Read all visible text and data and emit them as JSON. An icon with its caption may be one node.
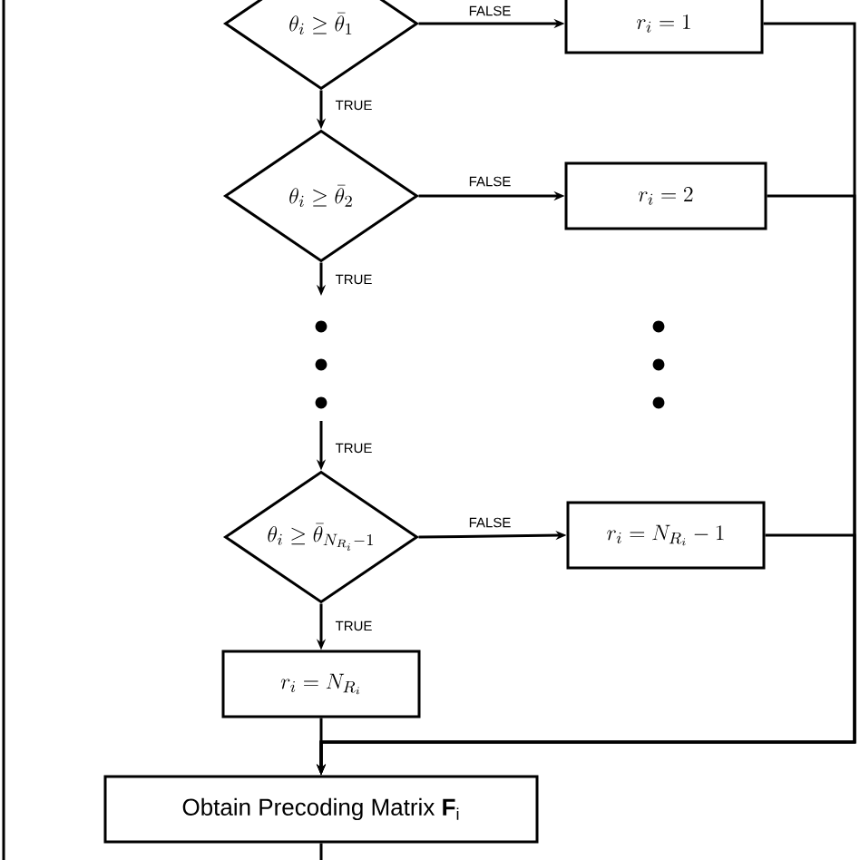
{
  "diagram": {
    "nodes": [
      {
        "text": [
          "\\theta_i \\ge \\bar{\\theta}_1"
        ]
      },
      {
        "text": [
          "r_i = 1"
        ]
      },
      {
        "text": [
          "\\theta_i \\ge \\bar{\\theta}_2"
        ]
      },
      {
        "text": [
          "r_i = 2"
        ]
      },
      {
        "text": [
          "\\theta_i \\ge \\bar{\\theta}_{N_{R_i}-1}"
        ]
      },
      {
        "text": [
          "r_i = N_{R_i} - 1"
        ]
      },
      {
        "text": [
          "r_i = N_{R_i}"
        ]
      },
      {
        "text": [
          "Obtain Precoding Matrix **F**$_{i}$"
        ]
      }
    ],
    "edges": [
      {
        "from": 0,
        "to": 1,
        "arrow": "to",
        "label": "FALSE"
      },
      {
        "from": 0,
        "to": 2,
        "arrow": "to",
        "label": "TRUE"
      },
      {
        "from": 2,
        "to": 3,
        "arrow": "to",
        "label": "FALSE"
      },
      {
        "from": 2,
        "to": null,
        "arrow": "to",
        "label": "TRUE"
      },
      {
        "from": null,
        "to": 4,
        "arrow": "to",
        "label": "TRUE"
      },
      {
        "from": 4,
        "to": 5,
        "arrow": "to",
        "label": "FALSE"
      },
      {
        "from": 4,
        "to": 6,
        "arrow": "to",
        "label": "TRUE"
      },
      {
        "from": 6,
        "to": 7,
        "arrow": "to"
      },
      {
        "from": 1,
        "to": 7,
        "arrow": "to"
      },
      {
        "from": 3,
        "to": 7,
        "arrow": "to"
      },
      {
        "from": 5,
        "to": 7,
        "arrow": "to"
      },
      {
        "from": 7,
        "to": null,
        "arrow": "none"
      }
    ]
  }
}
